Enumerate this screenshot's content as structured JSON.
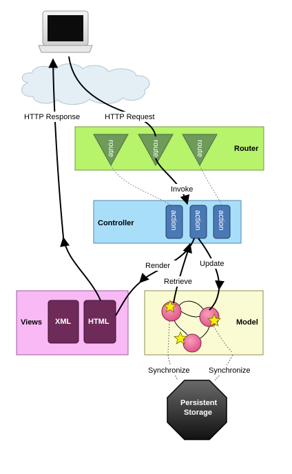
{
  "labels": {
    "http_response": "HTTP Response",
    "http_request": "HTTP Request",
    "router": "Router",
    "invoke": "Invoke",
    "controller": "Controller",
    "render": "Render",
    "retrieve": "Retrieve",
    "update": "Update",
    "views": "Views",
    "model": "Model",
    "synchronize_left": "Synchronize",
    "synchronize_right": "Synchronize",
    "storage_line1": "Persistent",
    "storage_line2": "Storage"
  },
  "routes": [
    "route",
    "route",
    "route"
  ],
  "actions": [
    "action",
    "action",
    "action"
  ],
  "views": [
    "XML",
    "HTML"
  ],
  "colors": {
    "router_fill": "#b7f36b",
    "route_fill": "#6e9a5a",
    "controller_fill": "#a9def9",
    "action_fill": "#4a78b4",
    "views_fill": "#f8b9f5",
    "view_item_fill": "#6e2a58",
    "model_fill": "#fbfbd3",
    "model_node_fill": "#ef6b9a",
    "star_fill": "#f7f000",
    "storage_fill": "#3a3a3a",
    "cloud_fill": "#e4eef5"
  }
}
